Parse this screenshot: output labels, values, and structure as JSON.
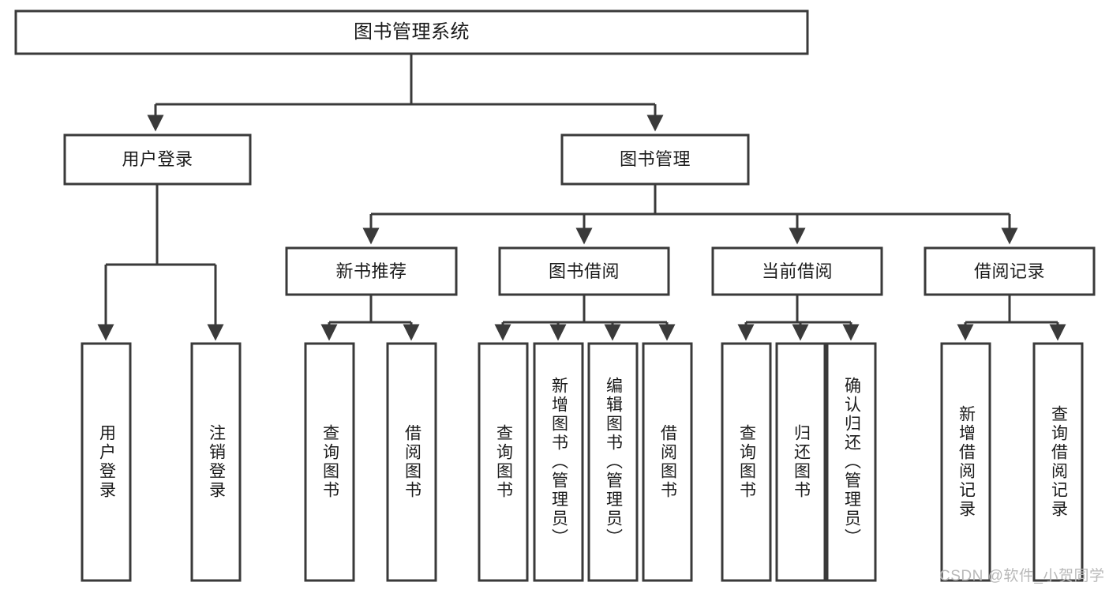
{
  "diagram": {
    "title_node": {
      "label": "图书管理系统"
    },
    "level2": [
      {
        "label": "用户登录"
      },
      {
        "label": "图书管理"
      }
    ],
    "level3": [
      {
        "label": "新书推荐"
      },
      {
        "label": "图书借阅"
      },
      {
        "label": "当前借阅"
      },
      {
        "label": "借阅记录"
      }
    ],
    "leaves": [
      {
        "label": "用户登录"
      },
      {
        "label": "注销登录"
      },
      {
        "label": "查询图书"
      },
      {
        "label": "借阅图书"
      },
      {
        "label": "查询图书"
      },
      {
        "label": "新增图书（管理员）"
      },
      {
        "label": "编辑图书（管理员）"
      },
      {
        "label": "借阅图书"
      },
      {
        "label": "查询图书"
      },
      {
        "label": "归还图书"
      },
      {
        "label": "确认归还（管理员）"
      },
      {
        "label": "新增借阅记录"
      },
      {
        "label": "查询借阅记录"
      }
    ]
  },
  "watermark": {
    "text": "CSDN @软件_小贺同学"
  },
  "colors": {
    "stroke": "#3a3a3a",
    "fill": "#ffffff",
    "text": "#1b1b1b",
    "watermark": "#b9b9b9"
  }
}
